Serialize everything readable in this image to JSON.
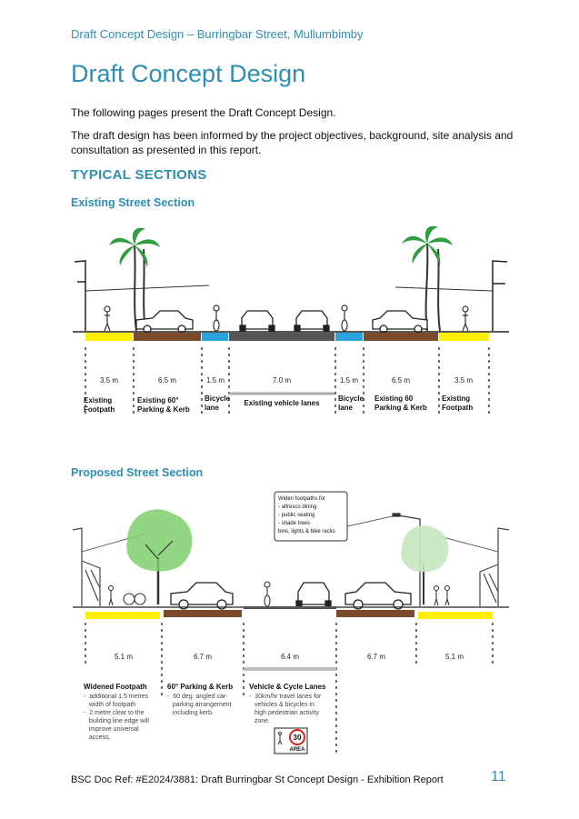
{
  "header": {
    "title": "Draft Concept Design – Burringbar Street, Mullumbimby"
  },
  "page": {
    "heading": "Draft Concept Design",
    "paragraph1": "The following pages present the Draft Concept Design.",
    "paragraph2": "The draft design has been informed by the project objectives, background, site analysis and consultation as presented in this report.",
    "section_heading": "TYPICAL SECTIONS"
  },
  "existing": {
    "title": "Existing Street Section",
    "widths": [
      "3.5 m",
      "6.5 m",
      "1.5 m",
      "7.0 m",
      "1.5 m",
      "6.5 m",
      "3.5 m"
    ],
    "labels": [
      [
        "Existing",
        "Footpath"
      ],
      [
        "Existing 60°",
        "Parking & Kerb"
      ],
      [
        "Bicycle",
        "lane"
      ],
      [
        "Existing vehicle lanes"
      ],
      [
        "Bicycle",
        "lane"
      ],
      [
        "Existing 60",
        "Parking & Kerb"
      ],
      [
        "Existing",
        "Footpath"
      ]
    ],
    "colors": {
      "footpath": "#ffee00",
      "parking": "#7a4a2a",
      "bicycle": "#2aa3dd",
      "vehicle": "#555555"
    }
  },
  "proposed": {
    "title": "Proposed Street Section",
    "callout": [
      "Widen footpaths for",
      "-  alfresco dining",
      "-  public seating",
      "-  shade trees",
      "bins, lights & bike racks"
    ],
    "widths": [
      "5.1 m",
      "6.7 m",
      "6.4 m",
      "6.7 m",
      "5.1 m"
    ],
    "col1": {
      "title": "Widened Footpath",
      "lines": [
        "-  additional 1.5 metres",
        "   width of footpath",
        "-  2 metre clear to the",
        "   building line edge will",
        "   improve universal",
        "   access."
      ]
    },
    "col2": {
      "title": "60° Parking & Kerb",
      "lines": [
        "-  60 deg. angled car-",
        "   parking arrangement",
        "   including kerb."
      ]
    },
    "col3": {
      "title": "Vehicle & Cycle Lanes",
      "lines": [
        "-  30km/hr travel lanes for",
        "   vehicles & bicycles in",
        "   high pedestrian activity",
        "   zone."
      ]
    },
    "sign": {
      "number": "30",
      "label": "AREA"
    },
    "colors": {
      "footpath": "#ffee00",
      "parking": "#7a4a2a",
      "road": "#555555",
      "lanes_bar": "#bdbdbd",
      "tree": "#7fcf6e"
    }
  },
  "footer": {
    "ref": "BSC Doc Ref: #E2024/3881: Draft Burringbar St Concept Design - Exhibition Report",
    "page_number": "11"
  }
}
